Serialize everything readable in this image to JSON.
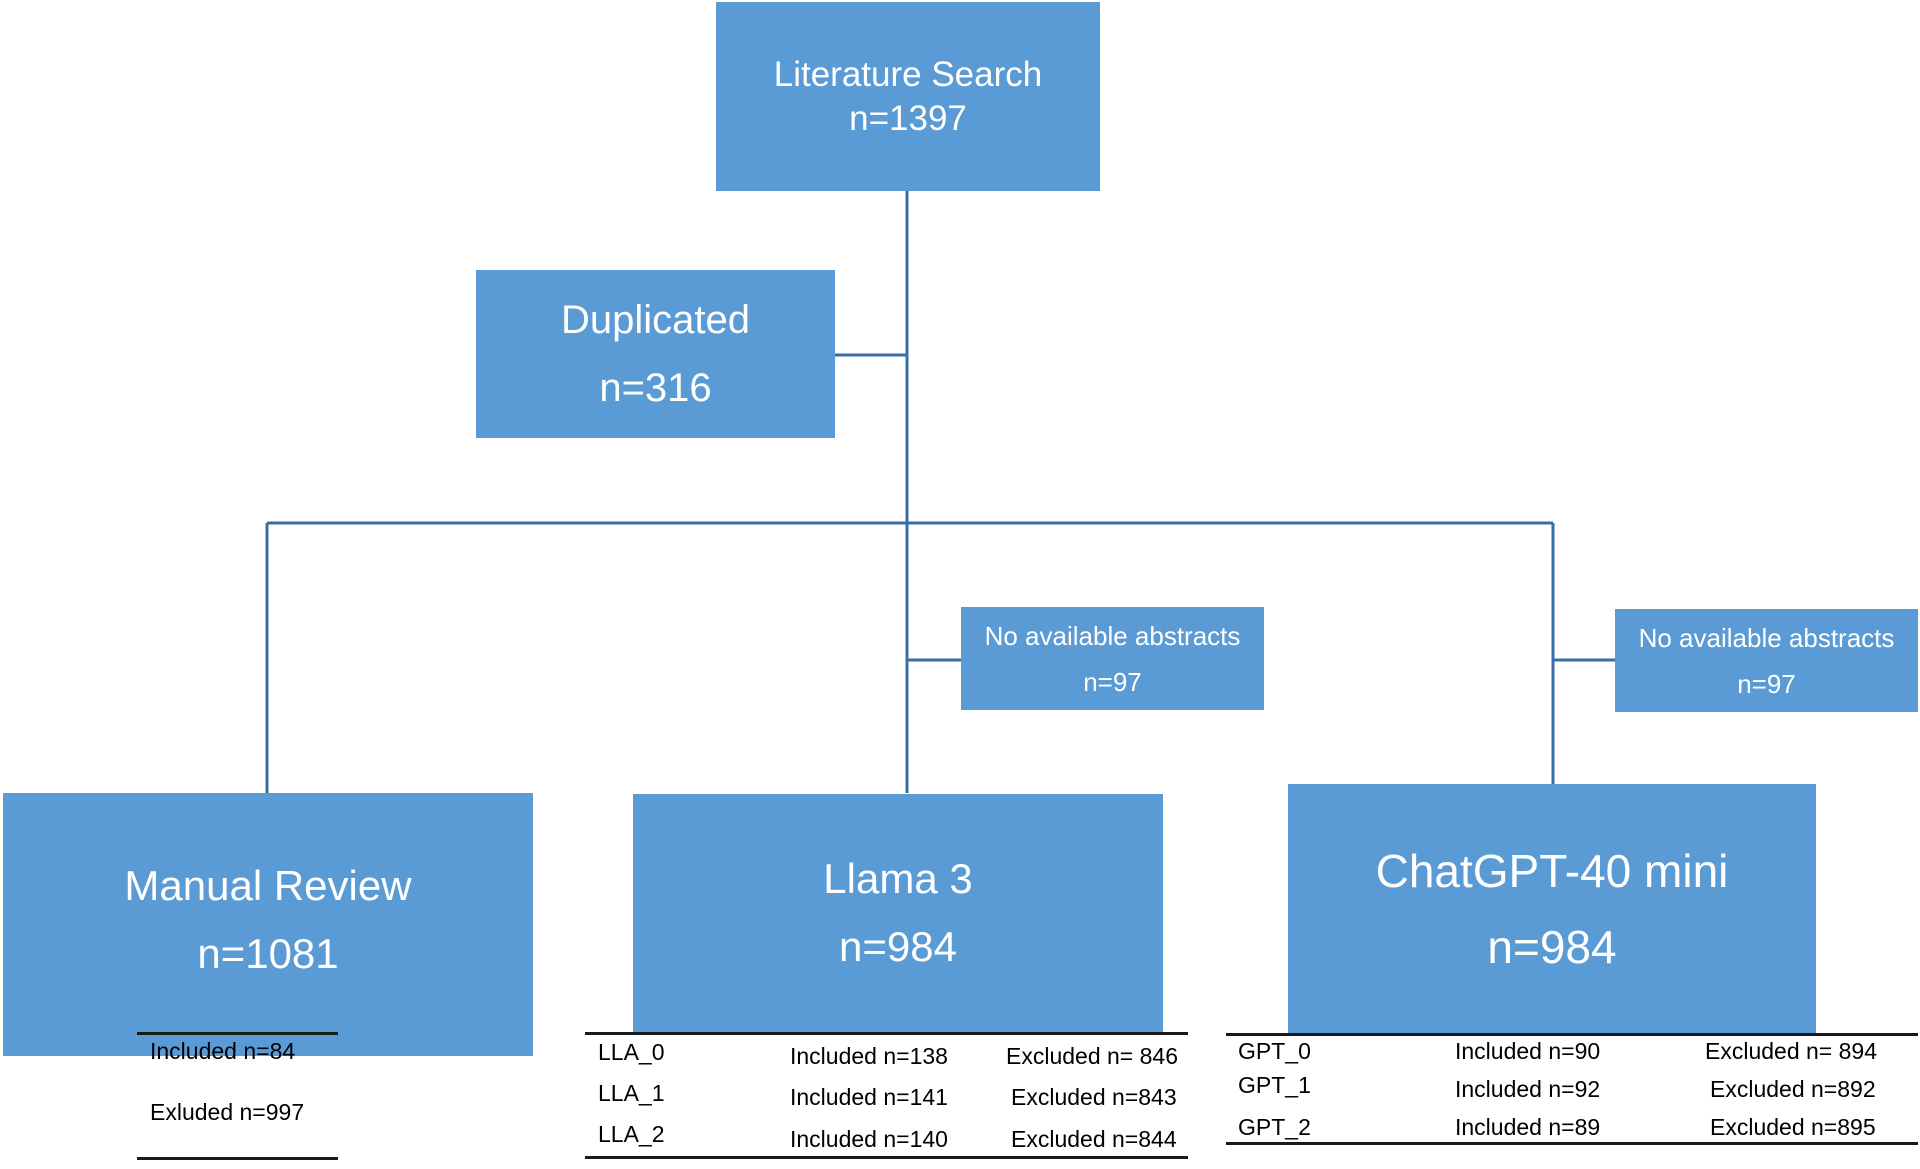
{
  "literature_search": {
    "title": "Literature Search",
    "count": "n=1397"
  },
  "duplicated": {
    "title": "Duplicated",
    "count": "n=316"
  },
  "no_abstracts_llama": {
    "title": "No available abstracts",
    "count": "n=97"
  },
  "no_abstracts_gpt": {
    "title": "No available abstracts",
    "count": "n=97"
  },
  "manual_review": {
    "title": "Manual Review",
    "count": "n=1081",
    "results": {
      "included": "Included n=84",
      "excluded": "Exluded n=997"
    }
  },
  "llama": {
    "title": "Llama 3",
    "count": "n=984",
    "rows": [
      {
        "label": "LLA_0",
        "included": "Included n=138",
        "excluded": "Excluded n= 846"
      },
      {
        "label": "LLA_1",
        "included": "Included n=141",
        "excluded": "Excluded n=843"
      },
      {
        "label": "LLA_2",
        "included": "Included n=140",
        "excluded": "Excluded n=844"
      }
    ]
  },
  "chatgpt": {
    "title": "ChatGPT-40 mini",
    "count": "n=984",
    "rows": [
      {
        "label": "GPT_0",
        "included": "Included n=90",
        "excluded": "Excluded n= 894"
      },
      {
        "label": "GPT_1",
        "included": "Included n=92",
        "excluded": "Excluded n=892"
      },
      {
        "label": "GPT_2",
        "included": "Included n=89",
        "excluded": "Excluded n=895"
      }
    ]
  },
  "colors": {
    "box": "#5b9bd5",
    "line": "#3a6fa3",
    "text_on_box": "#ffffff"
  }
}
